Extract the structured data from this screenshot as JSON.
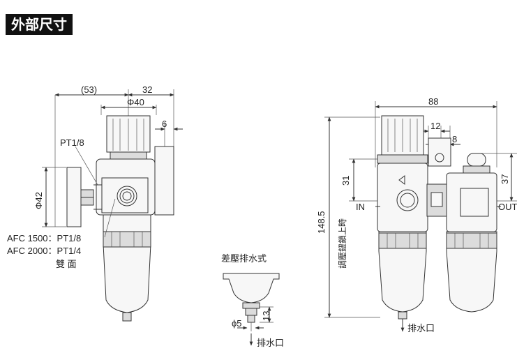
{
  "header": {
    "title": "外部尺寸"
  },
  "left_view": {
    "dim_53": "(53)",
    "dim_32": "32",
    "dim_phi40": "Φ40",
    "dim_6": "6",
    "dim_phi42": "Φ42",
    "port_gauge": "PT1/8",
    "port_afc1500": "AFC 1500：PT1/8",
    "port_afc2000": "AFC 2000：PT1/4",
    "note_both_sides": "雙 面"
  },
  "drain_view": {
    "title": "差壓排水式",
    "dim_phi5": "ϕ5",
    "dim_13": "13",
    "drain_label": "排水口"
  },
  "right_view": {
    "dim_88": "88",
    "dim_12": "12",
    "dim_8": "8",
    "dim_31": "31",
    "dim_37": "37",
    "dim_148": "148.5",
    "side_note": "調壓鈕鎖上時",
    "inlet": "IN",
    "outlet": "OUT",
    "drain_label": "排水口"
  }
}
